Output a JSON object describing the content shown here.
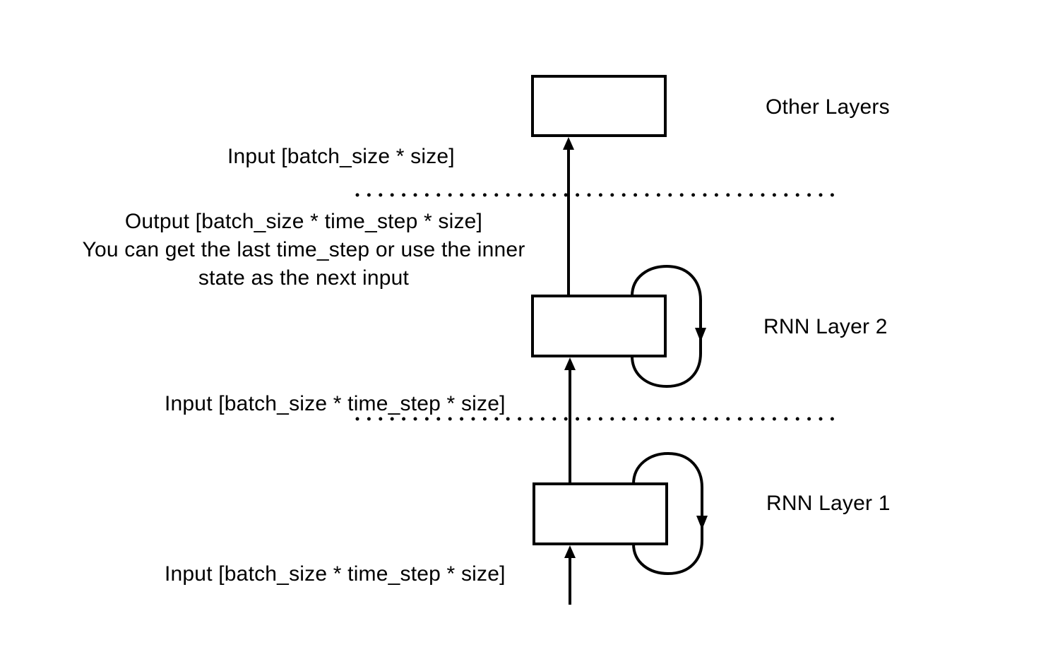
{
  "layers": {
    "other": {
      "label": "Other Layers"
    },
    "rnn2": {
      "label": "RNN Layer 2"
    },
    "rnn1": {
      "label": "RNN Layer 1"
    }
  },
  "annotations": {
    "top_input": "Input [batch_size * size]",
    "rnn2_output_line1": "Output [batch_size * time_step * size]",
    "rnn2_output_line2": "You can get the last time_step or use the inner",
    "rnn2_output_line3": "state as the next input",
    "rnn2_input": "Input [batch_size * time_step * size]",
    "rnn1_input": "Input [batch_size * time_step * size]"
  },
  "colors": {
    "stroke": "#000000",
    "background": "#ffffff"
  }
}
